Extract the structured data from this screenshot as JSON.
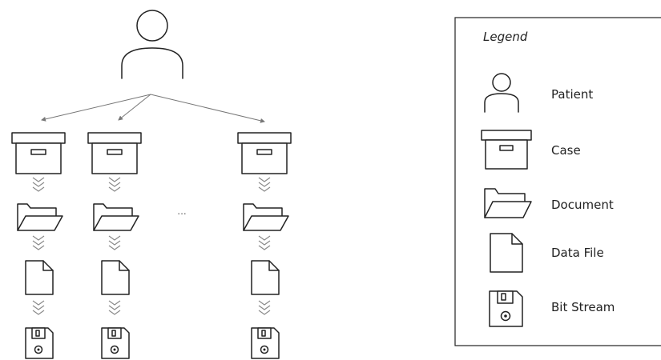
{
  "diagram": {
    "columns": 3,
    "ellipsis": "..."
  },
  "legend": {
    "title": "Legend",
    "items": [
      {
        "icon": "patient-icon",
        "label": "Patient"
      },
      {
        "icon": "case-box-icon",
        "label": "Case"
      },
      {
        "icon": "document-folder-icon",
        "label": "Document"
      },
      {
        "icon": "data-file-icon",
        "label": "Data File"
      },
      {
        "icon": "floppy-disk-icon",
        "label": "Bit Stream"
      }
    ]
  },
  "colors": {
    "line": "#222222",
    "arrow": "#777777",
    "chevron": "#8a8a8a",
    "background": "#ffffff"
  }
}
